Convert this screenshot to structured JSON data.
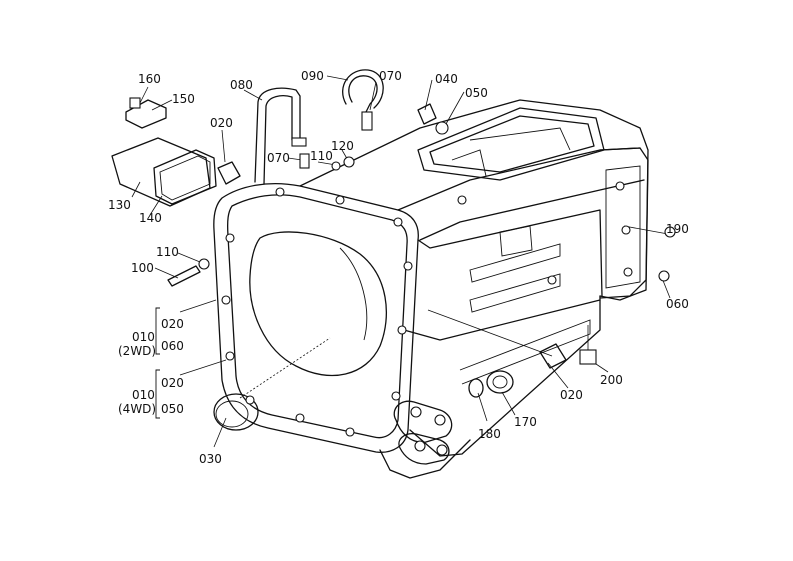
{
  "callouts": [
    {
      "text": "160"
    },
    {
      "text": "150"
    },
    {
      "text": "080"
    },
    {
      "text": "090"
    },
    {
      "text": "070"
    },
    {
      "text": "040"
    },
    {
      "text": "050"
    },
    {
      "text": "020"
    },
    {
      "text": "070"
    },
    {
      "text": "110"
    },
    {
      "text": "120"
    },
    {
      "text": "130"
    },
    {
      "text": "140"
    },
    {
      "text": "110"
    },
    {
      "text": "100"
    },
    {
      "text": "010"
    },
    {
      "text": "020"
    },
    {
      "text": "(2WD)"
    },
    {
      "text": "060"
    },
    {
      "text": "010"
    },
    {
      "text": "020"
    },
    {
      "text": "(4WD)"
    },
    {
      "text": "050"
    },
    {
      "text": "030"
    },
    {
      "text": "180"
    },
    {
      "text": "170"
    },
    {
      "text": "020"
    },
    {
      "text": "200"
    },
    {
      "text": "190"
    },
    {
      "text": "060"
    }
  ]
}
